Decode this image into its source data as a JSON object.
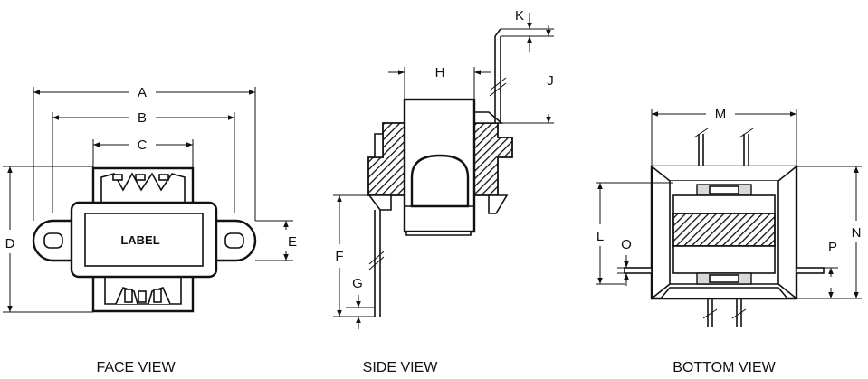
{
  "views": {
    "face": {
      "caption": "FACE VIEW",
      "label_text": "LABEL",
      "dims": {
        "A": "A",
        "B": "B",
        "C": "C",
        "D": "D",
        "E": "E"
      }
    },
    "side": {
      "caption": "SIDE VIEW",
      "dims": {
        "F": "F",
        "G": "G",
        "H": "H",
        "J": "J",
        "K": "K"
      }
    },
    "bottom": {
      "caption": "BOTTOM VIEW",
      "dims": {
        "L": "L",
        "M": "M",
        "N": "N",
        "O": "O",
        "P": "P"
      }
    }
  }
}
